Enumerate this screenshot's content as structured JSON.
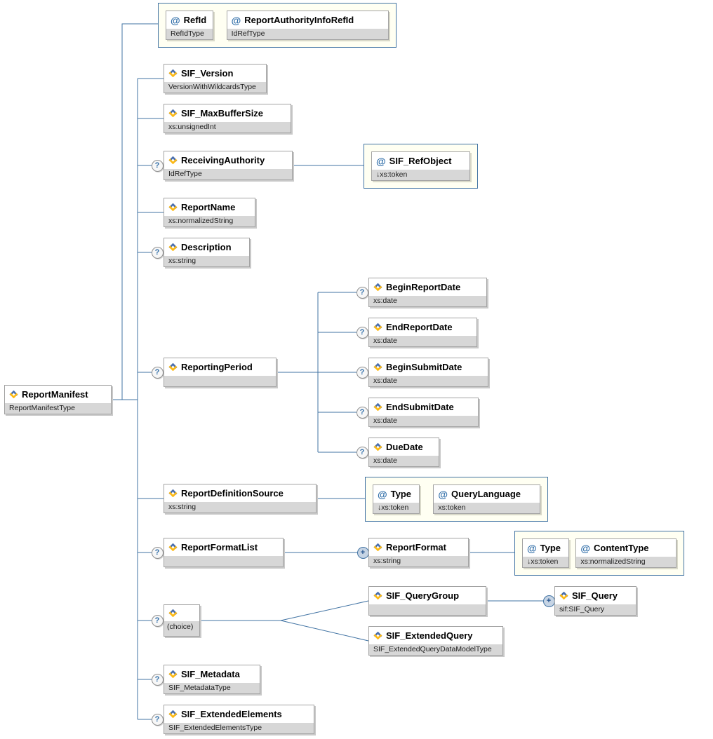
{
  "symbols": {
    "optional": "?",
    "repeat": "+",
    "attribute": "@"
  },
  "colors": {
    "connector": "#4173a3",
    "attr_group_bg": "#fffff2",
    "attr_group_border": "#4173a3",
    "type_row_bg": "#d7d7d7",
    "box_border": "#a3a3a3",
    "icon_blue": "#4a6fae",
    "icon_yellow": "#fdb913"
  },
  "nodes": {
    "report_manifest": {
      "name": "ReportManifest",
      "type": "ReportManifestType"
    },
    "ref_id": {
      "name": "RefId",
      "type": "RefIdType"
    },
    "report_authority_info_ref_id": {
      "name": "ReportAuthorityInfoRefId",
      "type": "IdRefType"
    },
    "sif_version": {
      "name": "SIF_Version",
      "type": "VersionWithWildcardsType"
    },
    "sif_max_buffer_size": {
      "name": "SIF_MaxBufferSize",
      "type": "xs:unsignedInt"
    },
    "receiving_authority": {
      "name": "ReceivingAuthority",
      "type": "IdRefType"
    },
    "sif_ref_object": {
      "name": "SIF_RefObject",
      "type": "↓xs:token"
    },
    "report_name": {
      "name": "ReportName",
      "type": "xs:normalizedString"
    },
    "description": {
      "name": "Description",
      "type": "xs:string"
    },
    "reporting_period": {
      "name": "ReportingPeriod",
      "type": ""
    },
    "begin_report_date": {
      "name": "BeginReportDate",
      "type": "xs:date"
    },
    "end_report_date": {
      "name": "EndReportDate",
      "type": "xs:date"
    },
    "begin_submit_date": {
      "name": "BeginSubmitDate",
      "type": "xs:date"
    },
    "end_submit_date": {
      "name": "EndSubmitDate",
      "type": "xs:date"
    },
    "due_date": {
      "name": "DueDate",
      "type": "xs:date"
    },
    "report_definition_source": {
      "name": "ReportDefinitionSource",
      "type": "xs:string"
    },
    "rds_type": {
      "name": "Type",
      "type": "↓xs:token"
    },
    "query_language": {
      "name": "QueryLanguage",
      "type": "xs:token"
    },
    "report_format_list": {
      "name": "ReportFormatList",
      "type": ""
    },
    "report_format": {
      "name": "ReportFormat",
      "type": "xs:string"
    },
    "rf_type": {
      "name": "Type",
      "type": "↓xs:token"
    },
    "content_type": {
      "name": "ContentType",
      "type": "xs:normalizedString"
    },
    "choice": {
      "label": "(choice)"
    },
    "sif_query_group": {
      "name": "SIF_QueryGroup",
      "type": ""
    },
    "sif_query": {
      "name": "SIF_Query",
      "type": "sif:SIF_Query"
    },
    "sif_extended_query": {
      "name": "SIF_ExtendedQuery",
      "type": "SIF_ExtendedQueryDataModelType"
    },
    "sif_metadata": {
      "name": "SIF_Metadata",
      "type": "SIF_MetadataType"
    },
    "sif_extended_elements": {
      "name": "SIF_ExtendedElements",
      "type": "SIF_ExtendedElementsType"
    }
  }
}
